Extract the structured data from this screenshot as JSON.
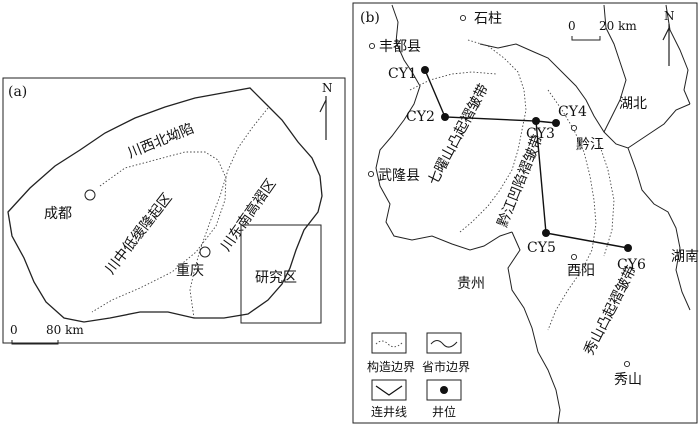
{
  "panel_a": {
    "tag": "(a)",
    "north": "N",
    "regions": {
      "north_basin": "川西北坳陷",
      "central_uplift": "川中低缓隆起区",
      "east_fold": "川东南高褶区"
    },
    "cities": {
      "chengdu": "成都",
      "chongqing": "重庆"
    },
    "study_area": "研究区",
    "scale": {
      "zero": "0",
      "distance": "80 km"
    }
  },
  "panel_b": {
    "tag": "(b)",
    "north": "N",
    "scale": {
      "zero": "0",
      "distance": "20 km"
    },
    "towns": {
      "shizhu": "石柱",
      "fengdu": "丰都县",
      "wulong": "武隆县",
      "qianjiang": "黔江",
      "youyang": "酉阳",
      "xiushan": "秀山"
    },
    "provinces": {
      "hubei": "湖北",
      "hunan": "湖南",
      "guizhou": "贵州"
    },
    "belts": {
      "qiyaoshan": "七曜山凸起褶皱带",
      "qianjiang_depression": "黔江凹陷褶皱带",
      "xiushan": "秀山凸起褶皱带"
    },
    "wells": [
      "CY1",
      "CY2",
      "CY3",
      "CY4",
      "CY5",
      "CY6"
    ]
  },
  "legend": {
    "structural_boundary": "构造边界",
    "provincial_boundary": "省市边界",
    "well_tie_line": "连井线",
    "well_location": "井位"
  }
}
